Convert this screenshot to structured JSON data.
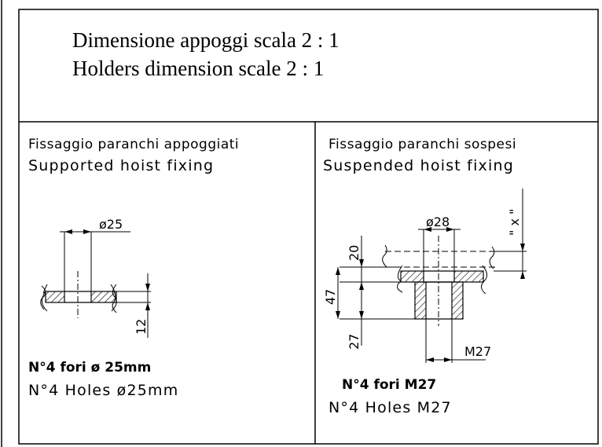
{
  "header": {
    "title_it": "Dimensione appoggi scala 2 : 1",
    "title_en": "Holders dimension scale 2 : 1"
  },
  "left_panel": {
    "heading_it": "Fissaggio paranchi appoggiati",
    "heading_en": "Supported hoist fixing",
    "dim_diameter": "ø25",
    "dim_thickness": "12",
    "note_it": "N°4 fori ø 25mm",
    "note_en": "N°4 Holes ø25mm"
  },
  "right_panel": {
    "heading_it": "Fissaggio paranchi sospesi",
    "heading_en": "Suspended hoist fixing",
    "dim_diameter": "ø28",
    "dim_x": "\" x \"",
    "dim_20": "20",
    "dim_47": "47",
    "dim_27": "27",
    "dim_thread": "M27",
    "note_it": "N°4 fori M27",
    "note_en": "N°4 Holes M27"
  }
}
